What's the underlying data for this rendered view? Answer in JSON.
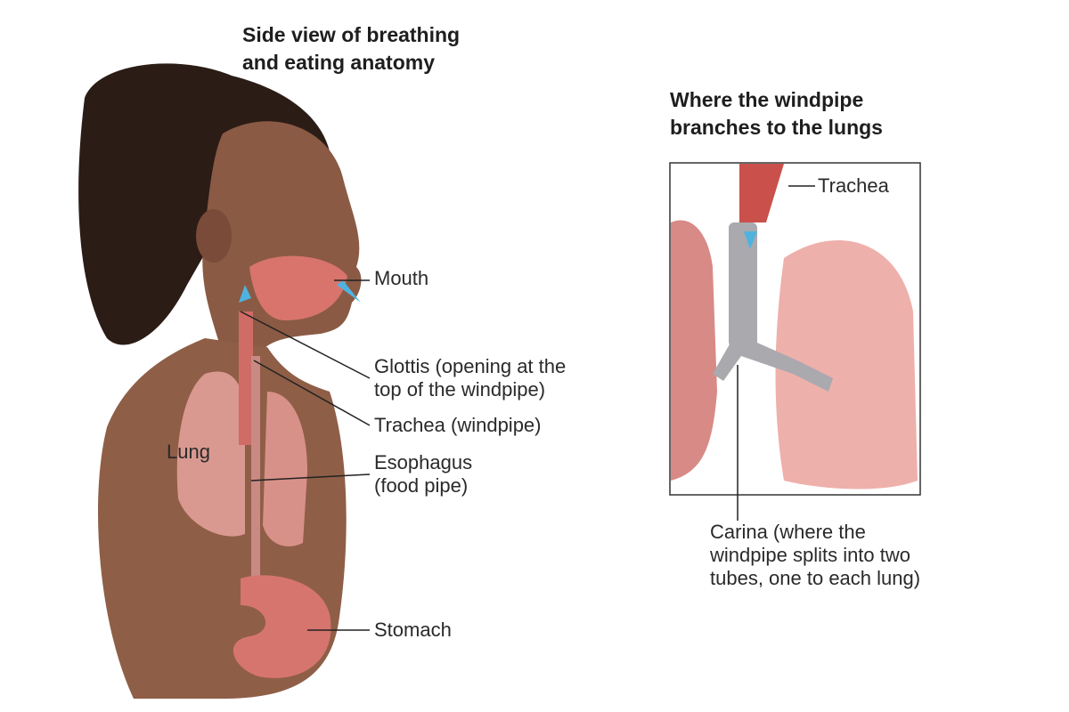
{
  "left_panel": {
    "title_line1": "Side view of breathing",
    "title_line2": "and eating anatomy",
    "labels": {
      "mouth": "Mouth",
      "glottis_line1": "Glottis (opening at the",
      "glottis_line2": "top of the windpipe)",
      "trachea": "Trachea (windpipe)",
      "lung": "Lung",
      "esophagus_line1": "Esophagus",
      "esophagus_line2": "(food pipe)",
      "stomach": "Stomach"
    }
  },
  "right_panel": {
    "title_line1": "Where the windpipe",
    "title_line2": "branches to the lungs",
    "labels": {
      "trachea": "Trachea",
      "carina_line1": "Carina (where the",
      "carina_line2": "windpipe splits into two",
      "carina_line3": "tubes, one to each lung)"
    }
  },
  "colors": {
    "skin": "#8a5a44",
    "hair": "#2b1c16",
    "organ": "#e59a94",
    "airflow": "#4fb3e0",
    "cartilage": "#a9a9ae"
  }
}
